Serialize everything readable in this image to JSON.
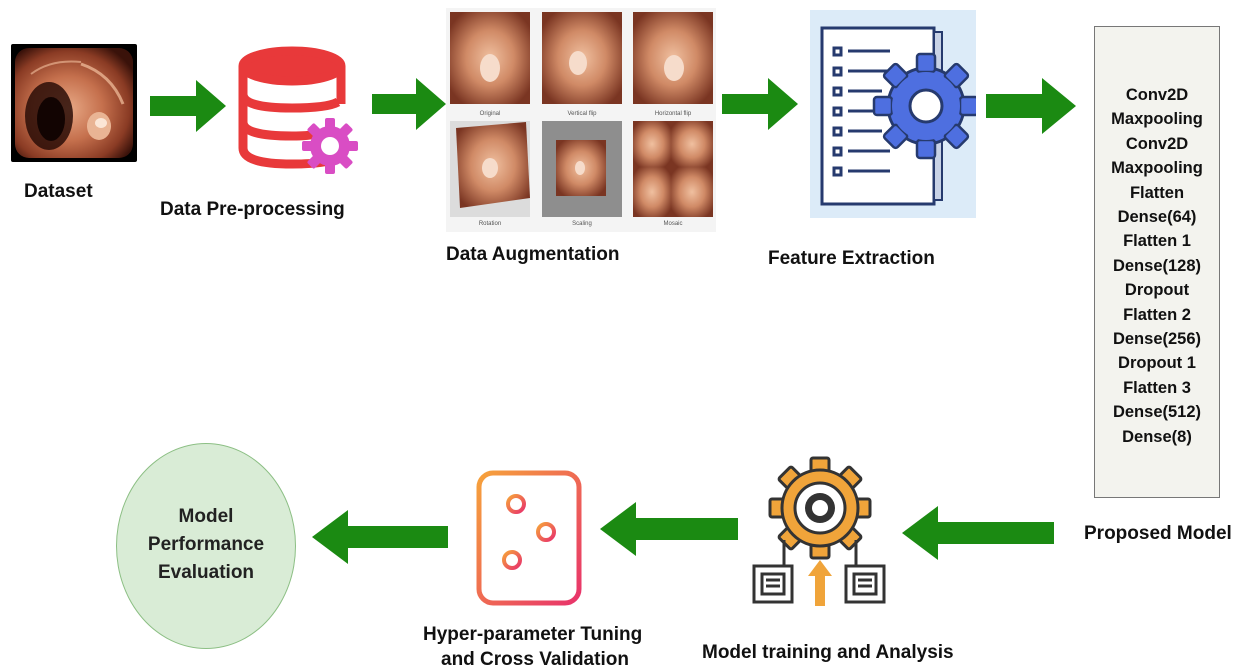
{
  "stages": {
    "dataset": "Dataset",
    "preprocessing": "Data Pre-processing",
    "augmentation": "Data Augmentation",
    "feature_extraction": "Feature Extraction",
    "proposed_model": "Proposed Model",
    "training": "Model training and Analysis",
    "tuning_line1": "Hyper-parameter Tuning",
    "tuning_line2": "and Cross Validation",
    "evaluation": [
      "Model",
      "Performance",
      "Evaluation"
    ]
  },
  "augmentation_captions": [
    "Original",
    "Vertical flip",
    "Horizontal flip",
    "Rotation",
    "Scaling",
    "Mosaic"
  ],
  "model_layers": [
    "Conv2D",
    "Maxpooling",
    "Conv2D",
    "Maxpooling",
    "Flatten",
    "Dense(64)",
    "Flatten 1",
    "Dense(128)",
    "Dropout",
    "Flatten 2",
    "Dense(256)",
    "Dropout 1",
    "Flatten 3",
    "Dense(512)",
    "Dense(8)"
  ],
  "colors": {
    "arrow": "#1b8a12",
    "database": "#e8393a",
    "gear_pink": "#d94dc4",
    "feature_gear": "#4e6fe0",
    "feature_bg": "#dcebf8",
    "training_gear": "#f0a43a",
    "circle_fill": "#d9ecd6"
  },
  "icons": [
    "endoscopy-image",
    "database-gear-icon",
    "augmentation-grid",
    "document-gear-icon",
    "sliders-icon",
    "training-gear-icon"
  ]
}
